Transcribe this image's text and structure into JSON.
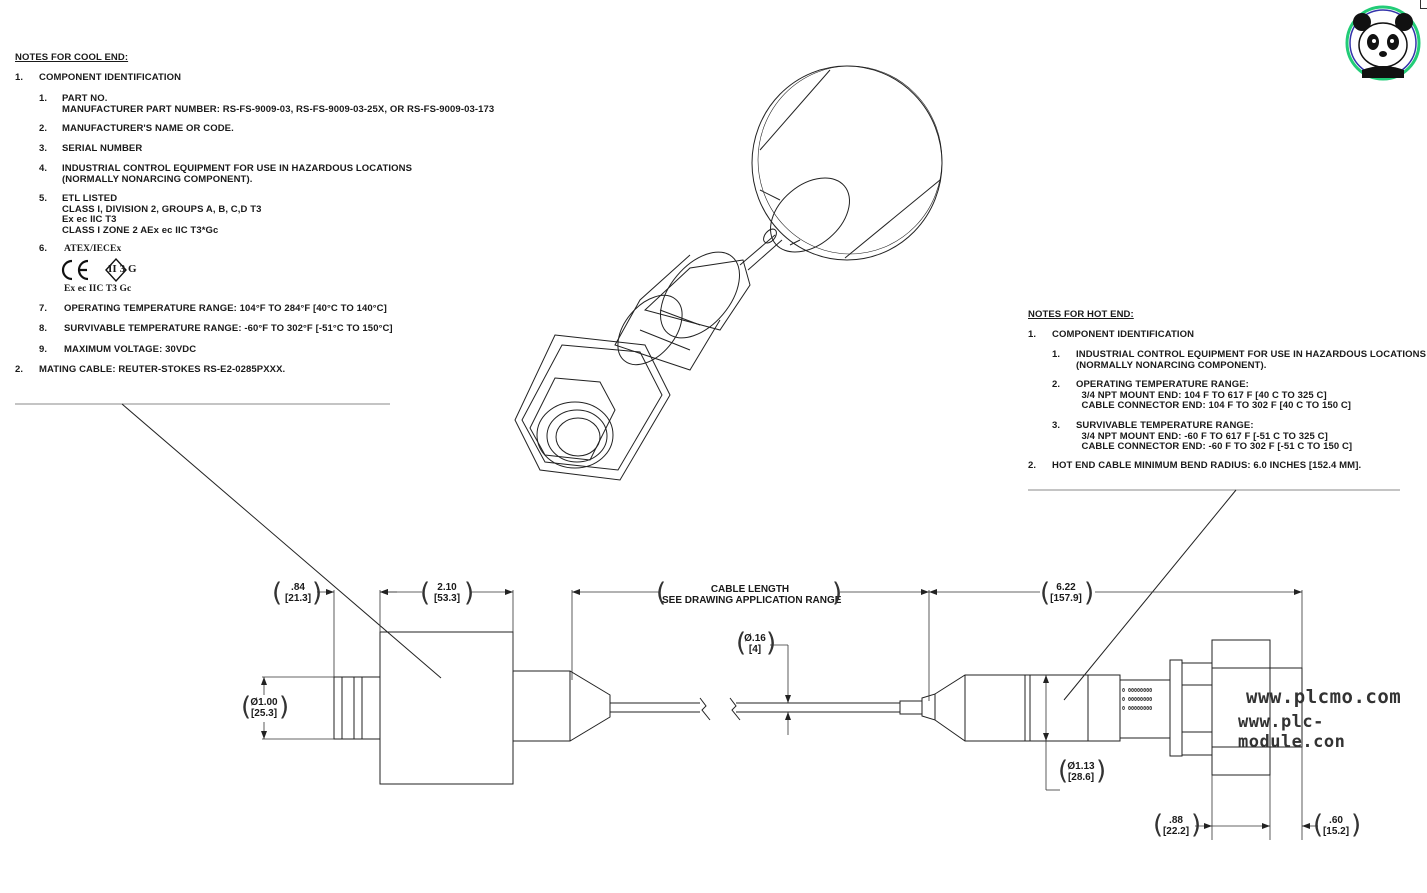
{
  "cool_end": {
    "title": "NOTES FOR COOL END:",
    "items": [
      {
        "num": "1.",
        "text": "COMPONENT IDENTIFICATION"
      },
      {
        "num": "1.",
        "text": "PART NO.\nMANUFACTURER PART NUMBER: RS-FS-9009-03, RS-FS-9009-03-25X, OR RS-FS-9009-03-173"
      },
      {
        "num": "2.",
        "text": "MANUFACTURER'S NAME OR CODE."
      },
      {
        "num": "3.",
        "text": "SERIAL NUMBER"
      },
      {
        "num": "4.",
        "text": "INDUSTRIAL CONTROL EQUIPMENT FOR USE IN HAZARDOUS LOCATIONS\n(NORMALLY NONARCING COMPONENT)."
      },
      {
        "num": "5.",
        "text": "ETL LISTED\nCLASS I, DIVISION 2, GROUPS A, B, C,D T3\nEx ec IIC T3\nCLASS I ZONE 2 AEx ec IIC T3*Gc"
      },
      {
        "num": "6.",
        "text": "ATEX/IECEx"
      },
      {
        "num": "7.",
        "text": "OPERATING TEMPERATURE RANGE: 104°F TO 284°F [40°C TO 140°C]"
      },
      {
        "num": "8.",
        "text": "SURVIVABLE TEMPERATURE RANGE: -60°F TO 302°F [-51°C TO 150°C]"
      },
      {
        "num": "9.",
        "text": "MAXIMUM VOLTAGE: 30VDC"
      },
      {
        "num": "2.",
        "text": "MATING CABLE: REUTER-STOKES RS-E2-0285PXXX."
      }
    ],
    "atex_marks": {
      "ce": "CE",
      "ex": "Ex",
      "group": "II 3 G",
      "code": "Ex ec IIC T3 Gc"
    }
  },
  "hot_end": {
    "title": "NOTES FOR HOT END:",
    "items": [
      {
        "num": "1.",
        "text": "COMPONENT IDENTIFICATION"
      },
      {
        "num": "1.",
        "text": "INDUSTRIAL CONTROL EQUIPMENT FOR USE IN HAZARDOUS LOCATIONS\n(NORMALLY NONARCING COMPONENT)."
      },
      {
        "num": "2.",
        "text": "OPERATING TEMPERATURE RANGE:\n  3/4 NPT MOUNT END: 104 F TO 617 F [40 C TO 325 C]\n  CABLE CONNECTOR END: 104 F TO 302 F [40 C TO 150 C]"
      },
      {
        "num": "3.",
        "text": "SURVIVABLE TEMPERATURE RANGE:\n  3/4 NPT MOUNT END: -60 F TO 617 F [-51 C TO 325 C]\n  CABLE CONNECTOR END: -60 F TO 302 F [-51 C TO 150 C]"
      },
      {
        "num": "2.",
        "text": "HOT END CABLE MINIMUM BEND RADIUS: 6.0 INCHES [152.4 MM]."
      }
    ]
  },
  "dimensions": {
    "d084": ".84\n[21.3]",
    "d210": "2.10\n[53.3]",
    "cable": "CABLE LENGTH\nSEE DRAWING APPLICATION RANGE",
    "d622": "6.22\n[157.9]",
    "dia016": "Ø.16\n[4]",
    "dia100": "Ø1.00\n[25.3]",
    "dia113": "Ø1.13\n[28.6]",
    "d088": ".88\n[22.2]",
    "d060": ".60\n[15.2]"
  },
  "part_marking_lines": [
    "0 00000000",
    "0 00000000",
    "0 00000000"
  ],
  "watermark": {
    "line1": "www.plcmo.com",
    "line2": "www.plc-module.con",
    "logo": "panda-logo-icon"
  }
}
